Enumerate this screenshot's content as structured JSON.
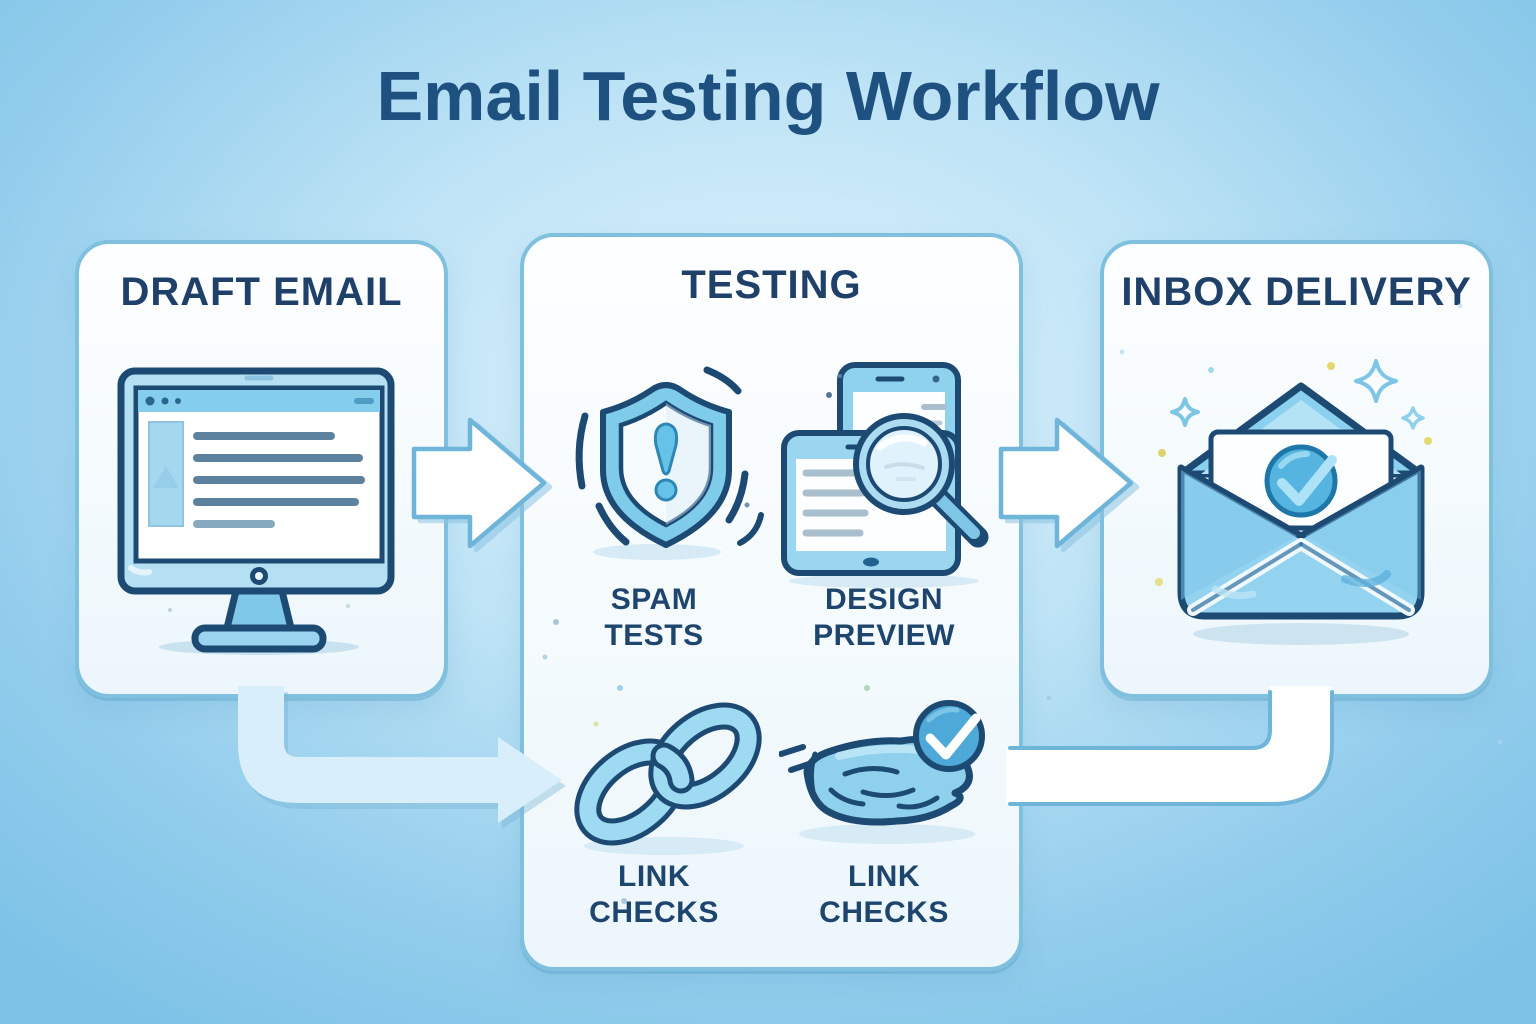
{
  "title": "Email Testing Workflow",
  "cards": [
    {
      "id": "draft-email",
      "header": "DRAFT EMAIL",
      "icon": "draft-monitor-icon"
    },
    {
      "id": "testing",
      "header": "TESTING",
      "items": [
        {
          "icon": "spam-shield-icon",
          "label": "SPAM TESTS"
        },
        {
          "icon": "design-preview-magnifier-icon",
          "label": "DESIGN PREVIEW"
        },
        {
          "icon": "link-chain-icon",
          "label": "LINK CHECKS"
        },
        {
          "icon": "hand-check-icon",
          "label": "LINK CHECKS"
        }
      ]
    },
    {
      "id": "inbox-delivery",
      "header": "INBOX DELIVERY",
      "icon": "envelope-check-icon"
    }
  ],
  "connectors": [
    {
      "name": "arrow-draft-to-testing",
      "type": "block-arrow"
    },
    {
      "name": "arrow-testing-to-inbox",
      "type": "block-arrow"
    },
    {
      "name": "arrow-draft-to-link-checks",
      "type": "curved-arrow"
    },
    {
      "name": "pipe-link-checks-to-inbox",
      "type": "pipe"
    }
  ],
  "colors": {
    "background_edge": "#7cc4e8",
    "background_center": "#ddf1fc",
    "card_fill": "#ffffff",
    "card_border": "#7fc0de",
    "title_text": "#1f5180",
    "heading_text": "#1e4069",
    "label_text": "#1d456e",
    "icon_outline": "#1d4a73",
    "icon_blue": "#8fd0ec",
    "icon_blue_light": "#c9e9f8",
    "arrow_fill": "#ffffff",
    "arrow_outline": "#6fb5d9",
    "curved_arrow_fill": "#d9eefb"
  }
}
